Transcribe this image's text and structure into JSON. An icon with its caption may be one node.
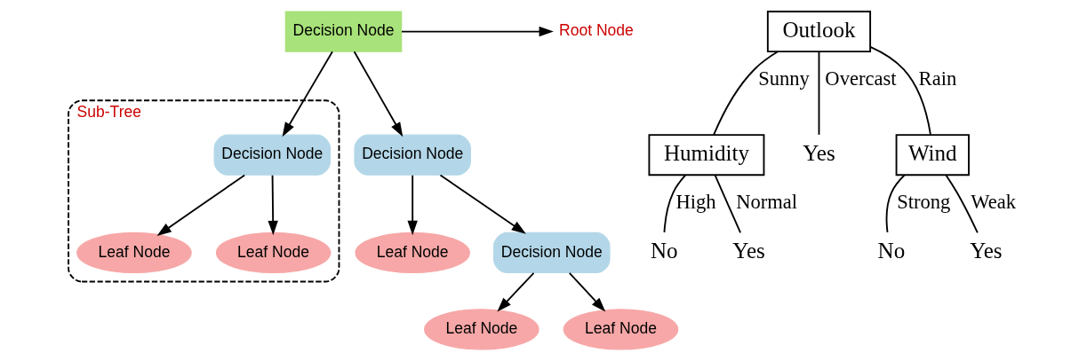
{
  "diagram": {
    "nodes": [
      {
        "text": [
          "Decision Node"
        ]
      },
      {
        "text": [
          "Root Node"
        ]
      },
      {
        "text": [
          "Sub-Tree"
        ]
      },
      {
        "text": [
          "Decision Node"
        ],
        "in": 2
      },
      {
        "text": [
          "Leaf Node"
        ],
        "in": 2
      },
      {
        "text": [
          "Leaf Node"
        ],
        "in": 2
      },
      {
        "text": [
          "Decision Node"
        ]
      },
      {
        "text": [
          "Leaf Node"
        ]
      },
      {
        "text": [
          "Decision Node"
        ]
      },
      {
        "text": [
          "Leaf Node"
        ]
      },
      {
        "text": [
          "Leaf Node"
        ]
      },
      {
        "text": [
          "Outlook"
        ]
      },
      {
        "text": [
          "Humidity"
        ]
      },
      {
        "text": [
          "Yes"
        ]
      },
      {
        "text": [
          "Wind"
        ]
      },
      {
        "text": [
          "No"
        ]
      },
      {
        "text": [
          "Yes"
        ]
      },
      {
        "text": [
          "No"
        ]
      },
      {
        "text": [
          "Yes"
        ]
      }
    ],
    "edges": [
      {
        "from": 0,
        "to": 1,
        "arrow": "to"
      },
      {
        "from": 0,
        "to": 3,
        "arrow": "to"
      },
      {
        "from": 0,
        "to": 6,
        "arrow": "to"
      },
      {
        "from": 3,
        "to": 4,
        "arrow": "to"
      },
      {
        "from": 3,
        "to": 5,
        "arrow": "to"
      },
      {
        "from": 6,
        "to": 7,
        "arrow": "to"
      },
      {
        "from": 6,
        "to": 8,
        "arrow": "to"
      },
      {
        "from": 8,
        "to": 9,
        "arrow": "to"
      },
      {
        "from": 8,
        "to": 10,
        "arrow": "to"
      },
      {
        "from": 11,
        "to": 12,
        "arrow": "none",
        "label": "Sunny"
      },
      {
        "from": 11,
        "to": 13,
        "arrow": "none",
        "label": "Overcast"
      },
      {
        "from": 11,
        "to": 14,
        "arrow": "none",
        "label": "Rain"
      },
      {
        "from": 12,
        "to": 15,
        "arrow": "none",
        "label": "High"
      },
      {
        "from": 12,
        "to": 16,
        "arrow": "none",
        "label": "Normal"
      },
      {
        "from": 14,
        "to": 17,
        "arrow": "none",
        "label": "Strong"
      },
      {
        "from": 14,
        "to": 18,
        "arrow": "none",
        "label": "Weak"
      }
    ]
  }
}
